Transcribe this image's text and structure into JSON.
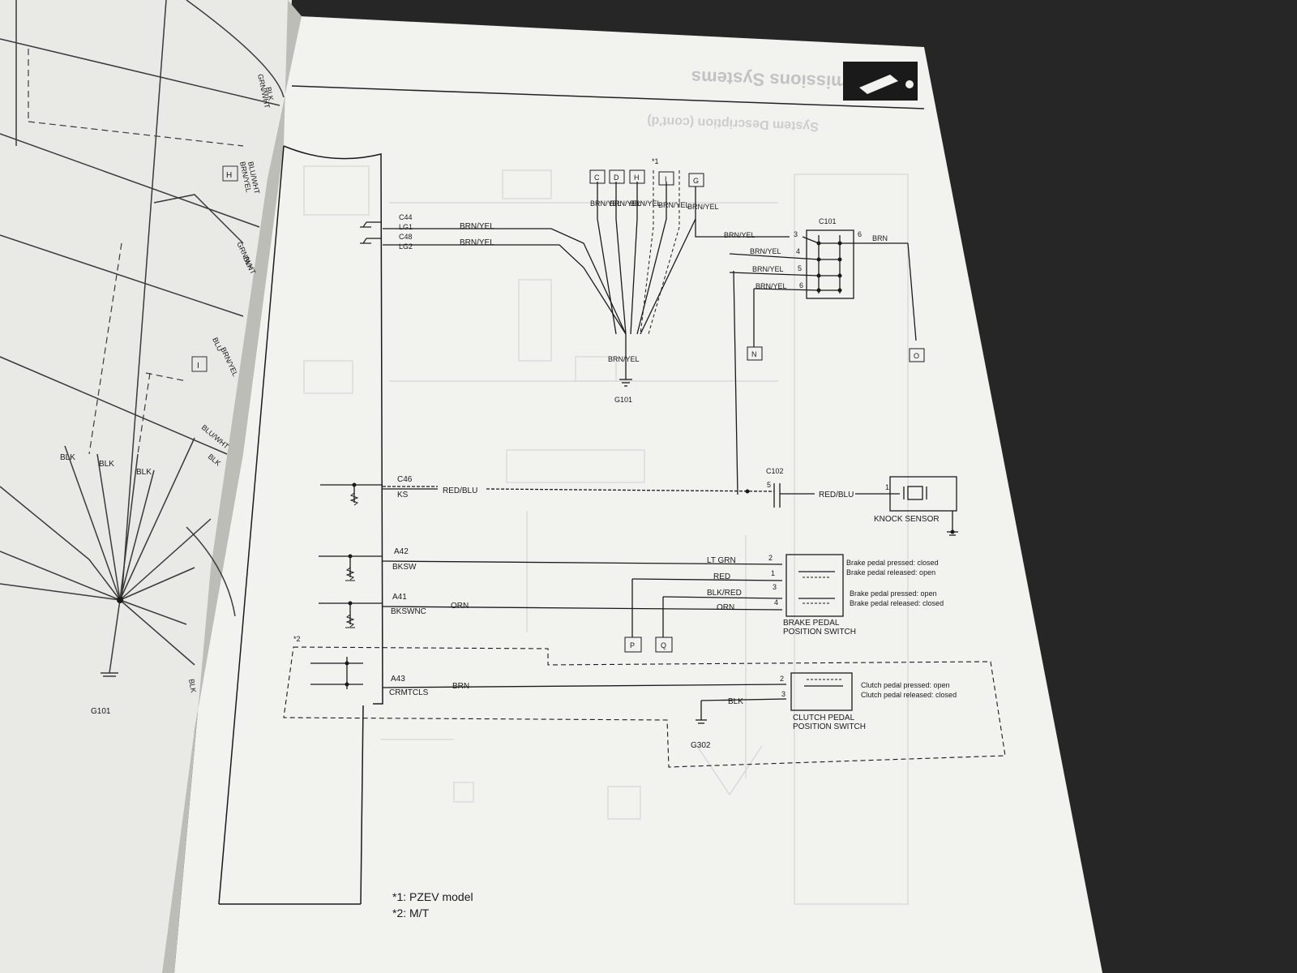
{
  "header": {
    "title_mirrored": "ıd Emissions Systems",
    "subtitle_mirrored": "System Description (cont'd)"
  },
  "left_page": {
    "ground_label": "G101",
    "blk_labels": [
      "BLK",
      "BLK",
      "BLK"
    ],
    "terminals": [
      "H",
      "I"
    ],
    "wire_labels": [
      "GRN/WHT",
      "BLK",
      "BLU/WHT",
      "BRN/YEL",
      "GRN/WHT",
      "BLK",
      "BLU",
      "BRN/YEL",
      "BLU/WHT",
      "BLK",
      "BLK"
    ]
  },
  "diagram": {
    "ecm_pins": [
      {
        "pin": "C44",
        "signal": "LG1"
      },
      {
        "pin": "C48",
        "signal": "LG2"
      },
      {
        "pin": "C46",
        "signal": "KS"
      },
      {
        "pin": "A42",
        "signal": "BKSW"
      },
      {
        "pin": "A41",
        "signal": "BKSWNC"
      },
      {
        "pin": "A43",
        "signal": "CRMTCLS"
      }
    ],
    "wire_colors": {
      "brn_yel": "BRN/YEL",
      "red_blu": "RED/BLU",
      "lt_grn": "LT GRN",
      "red": "RED",
      "blk_red": "BLK/RED",
      "orn": "ORN",
      "brn": "BRN",
      "blk": "BLK"
    },
    "ground_top": "G101",
    "ground_bottom": "G302",
    "terminals_top": [
      "C",
      "D",
      "H",
      "I",
      "G"
    ],
    "terminals_side": [
      "N",
      "O"
    ],
    "terminals_bottom": [
      "P",
      "Q"
    ],
    "footnote_marks": {
      "star1": "*1",
      "star2": "*2"
    },
    "c101": {
      "label": "C101",
      "pins_left": [
        "3",
        "4",
        "5",
        "6"
      ],
      "pin_right": "6"
    },
    "c102": {
      "label": "C102",
      "pin": "5"
    },
    "knock_sensor": {
      "label": "KNOCK SENSOR",
      "pin": "1"
    },
    "brake_switch": {
      "label_line1": "BRAKE PEDAL",
      "label_line2": "POSITION SWITCH",
      "pins": [
        "2",
        "1",
        "3",
        "4"
      ],
      "state1a": "Brake pedal pressed: closed",
      "state1b": "Brake pedal released: open",
      "state2a": "Brake pedal pressed: open",
      "state2b": "Brake pedal released: closed"
    },
    "clutch_switch": {
      "label_line1": "CLUTCH PEDAL",
      "label_line2": "POSITION SWITCH",
      "pins": [
        "2",
        "3"
      ],
      "state_a": "Clutch pedal pressed: open",
      "state_b": "Clutch pedal released: closed"
    }
  },
  "footnotes": {
    "note1": "*1: PZEV model",
    "note2": "*2: M/T"
  },
  "colors": {
    "background": "#1c1c1c",
    "paper": "#f2f2ef",
    "ink": "#1a1a1a",
    "bleed": "#cfcfcf"
  }
}
